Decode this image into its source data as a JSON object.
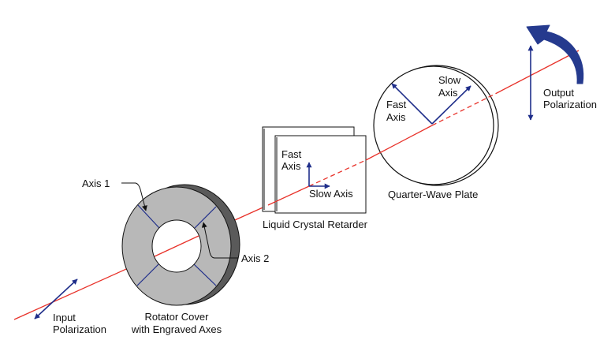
{
  "labels": {
    "axis1": "Axis 1",
    "axis2": "Axis 2",
    "input_line1": "Input",
    "input_line2": "Polarization",
    "rotator_line1": "Rotator Cover",
    "rotator_line2": "with Engraved Axes",
    "lcr_fast_line1": "Fast",
    "lcr_fast_line2": "Axis",
    "lcr_slow": "Slow Axis",
    "lcr_name": "Liquid Crystal Retarder",
    "qwp_fast_line1": "Fast",
    "qwp_fast_line2": "Axis",
    "qwp_slow_line1": "Slow",
    "qwp_slow_line2": "Axis",
    "qwp_name": "Quarter-Wave Plate",
    "output_line1": "Output",
    "output_line2": "Polarization"
  },
  "colors": {
    "beam": "#e8322a",
    "axis_arrow": "#1f2e8a",
    "rotation_arrow": "#253a8e",
    "rotator_face": "#b8b8b8",
    "rotator_edge": "#5a5a5a",
    "outline": "#111111"
  }
}
